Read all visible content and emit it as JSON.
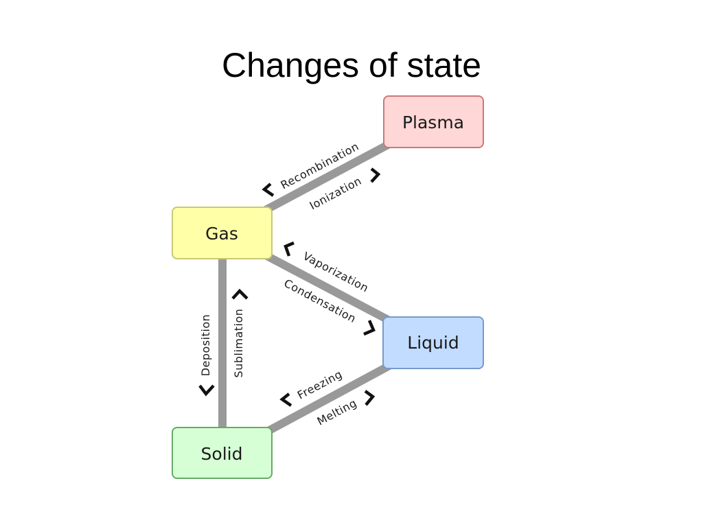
{
  "title": "Changes of state",
  "colors": {
    "connector": "#999999",
    "plasma_fill": "#ffd7d7",
    "plasma_border": "#cc7777",
    "gas_fill": "#ffffa8",
    "gas_border": "#c8c878",
    "liquid_fill": "#c2dcff",
    "liquid_border": "#7799cc",
    "solid_fill": "#d6ffd6",
    "solid_border": "#66aa66"
  },
  "states": {
    "plasma": "Plasma",
    "gas": "Gas",
    "liquid": "Liquid",
    "solid": "Solid"
  },
  "transitions": {
    "recombination": "Recombination",
    "ionization": "Ionization",
    "vaporization": "Vaporization",
    "condensation": "Condensation",
    "deposition": "Deposition",
    "sublimation": "Sublimation",
    "freezing": "Freezing",
    "melting": "Melting"
  },
  "icons": {
    "arrow": "chevron-arrow-icon"
  }
}
